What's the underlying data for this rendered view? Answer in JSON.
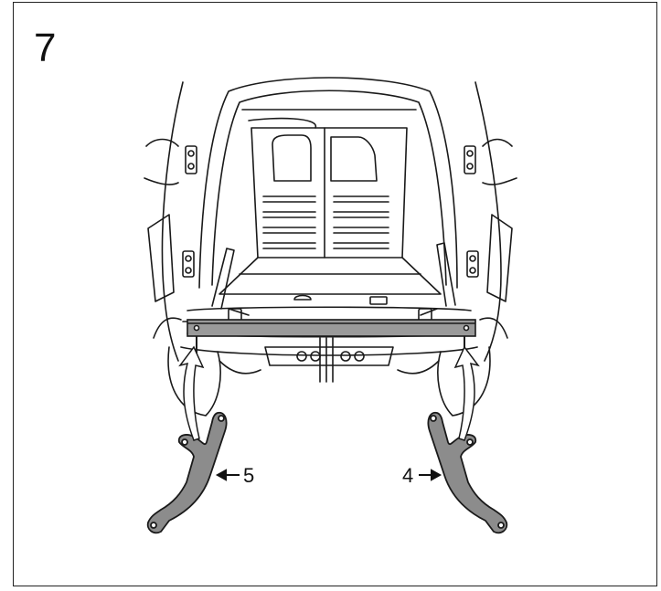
{
  "figure": {
    "step_number": "7",
    "callouts": {
      "left_part": "5",
      "right_part": "4"
    },
    "colors": {
      "line": "#1a1a1a",
      "bracket_fill": "#8c8c8c",
      "bar_fill": "#9a9a9a",
      "interior": "#ffffff"
    }
  }
}
